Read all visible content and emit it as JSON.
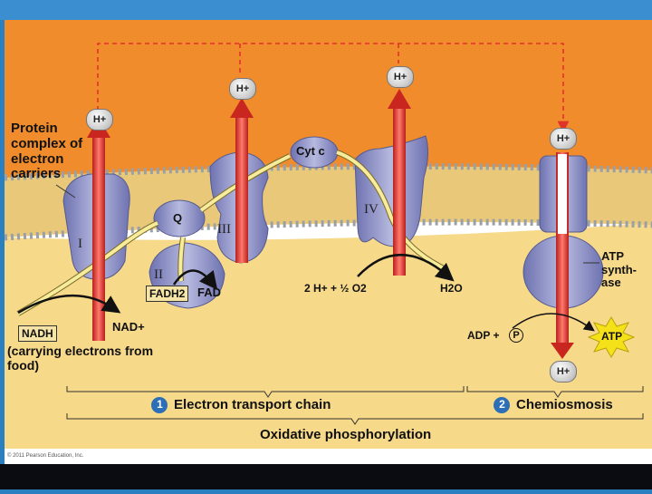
{
  "labels": {
    "protein_complex": "Protein complex of electron carriers",
    "complex_1": "I",
    "complex_2": "II",
    "complex_3": "III",
    "complex_4": "IV",
    "q": "Q",
    "cyt_c": "Cyt c",
    "fadh2": "FADH2",
    "fad": "FAD",
    "nadh": "NADH",
    "nad_plus": "NAD+",
    "nadh_note": "(carrying electrons from food)",
    "water_eq": "2 H+ + ½ O2",
    "h2o": "H2O",
    "atp_synthase": "ATP synth- ase",
    "adp": "ADP +",
    "pi": "P",
    "atp": "ATP",
    "h_plus": "H+",
    "stage_1_num": "1",
    "stage_1": "Electron transport chain",
    "stage_2_num": "2",
    "stage_2": "Chemiosmosis",
    "overall": "Oxidative phosphorylation",
    "copyright": "© 2011 Pearson Education, Inc."
  },
  "colors": {
    "intermembrane": "#f08c2c",
    "matrix": "#f7d98a",
    "protein": "#8f93c8",
    "proton_arrow": "#d9322b",
    "electron_path": "#f7ec9a",
    "atp_star": "#f5e11a"
  }
}
